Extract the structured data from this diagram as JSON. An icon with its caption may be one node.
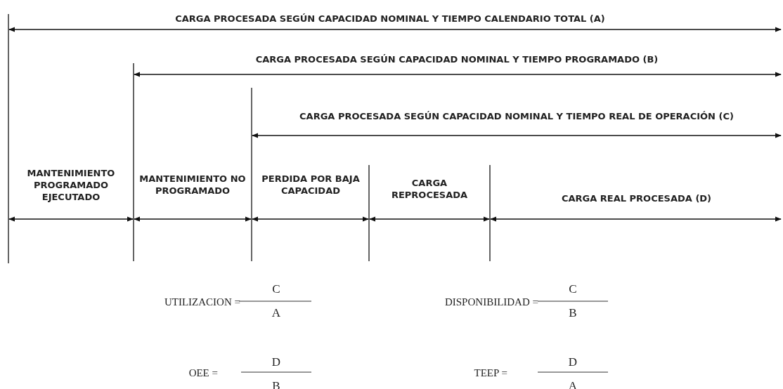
{
  "diagram": {
    "labels": [
      "CARGA PROCESADA SEGÚN CAPACIDAD NOMINAL Y TIEMPO CALENDARIO TOTAL (A)",
      "CARGA PROCESADA SEGÚN CAPACIDAD NOMINAL Y TIEMPO PROGRAMADO (B)",
      "CARGA PROCESADA SEGÚN CAPACIDAD NOMINAL Y TIEMPO REAL DE OPERACIÓN (C)",
      "MANTENIMIENTO PROGRAMADO EJECUTADO",
      "MANTENIMIENTO NO PROGRAMADO",
      "PERDIDA POR BAJA CAPACIDAD",
      "CARGA REPROCESADA",
      "CARGA REAL PROCESADA (D)",
      "UTILIZACION =",
      "C",
      "A",
      "DISPONIBILIDAD =",
      "C",
      "B",
      "OEE =",
      "D",
      "B",
      "TEEP =",
      "D",
      "A"
    ]
  }
}
